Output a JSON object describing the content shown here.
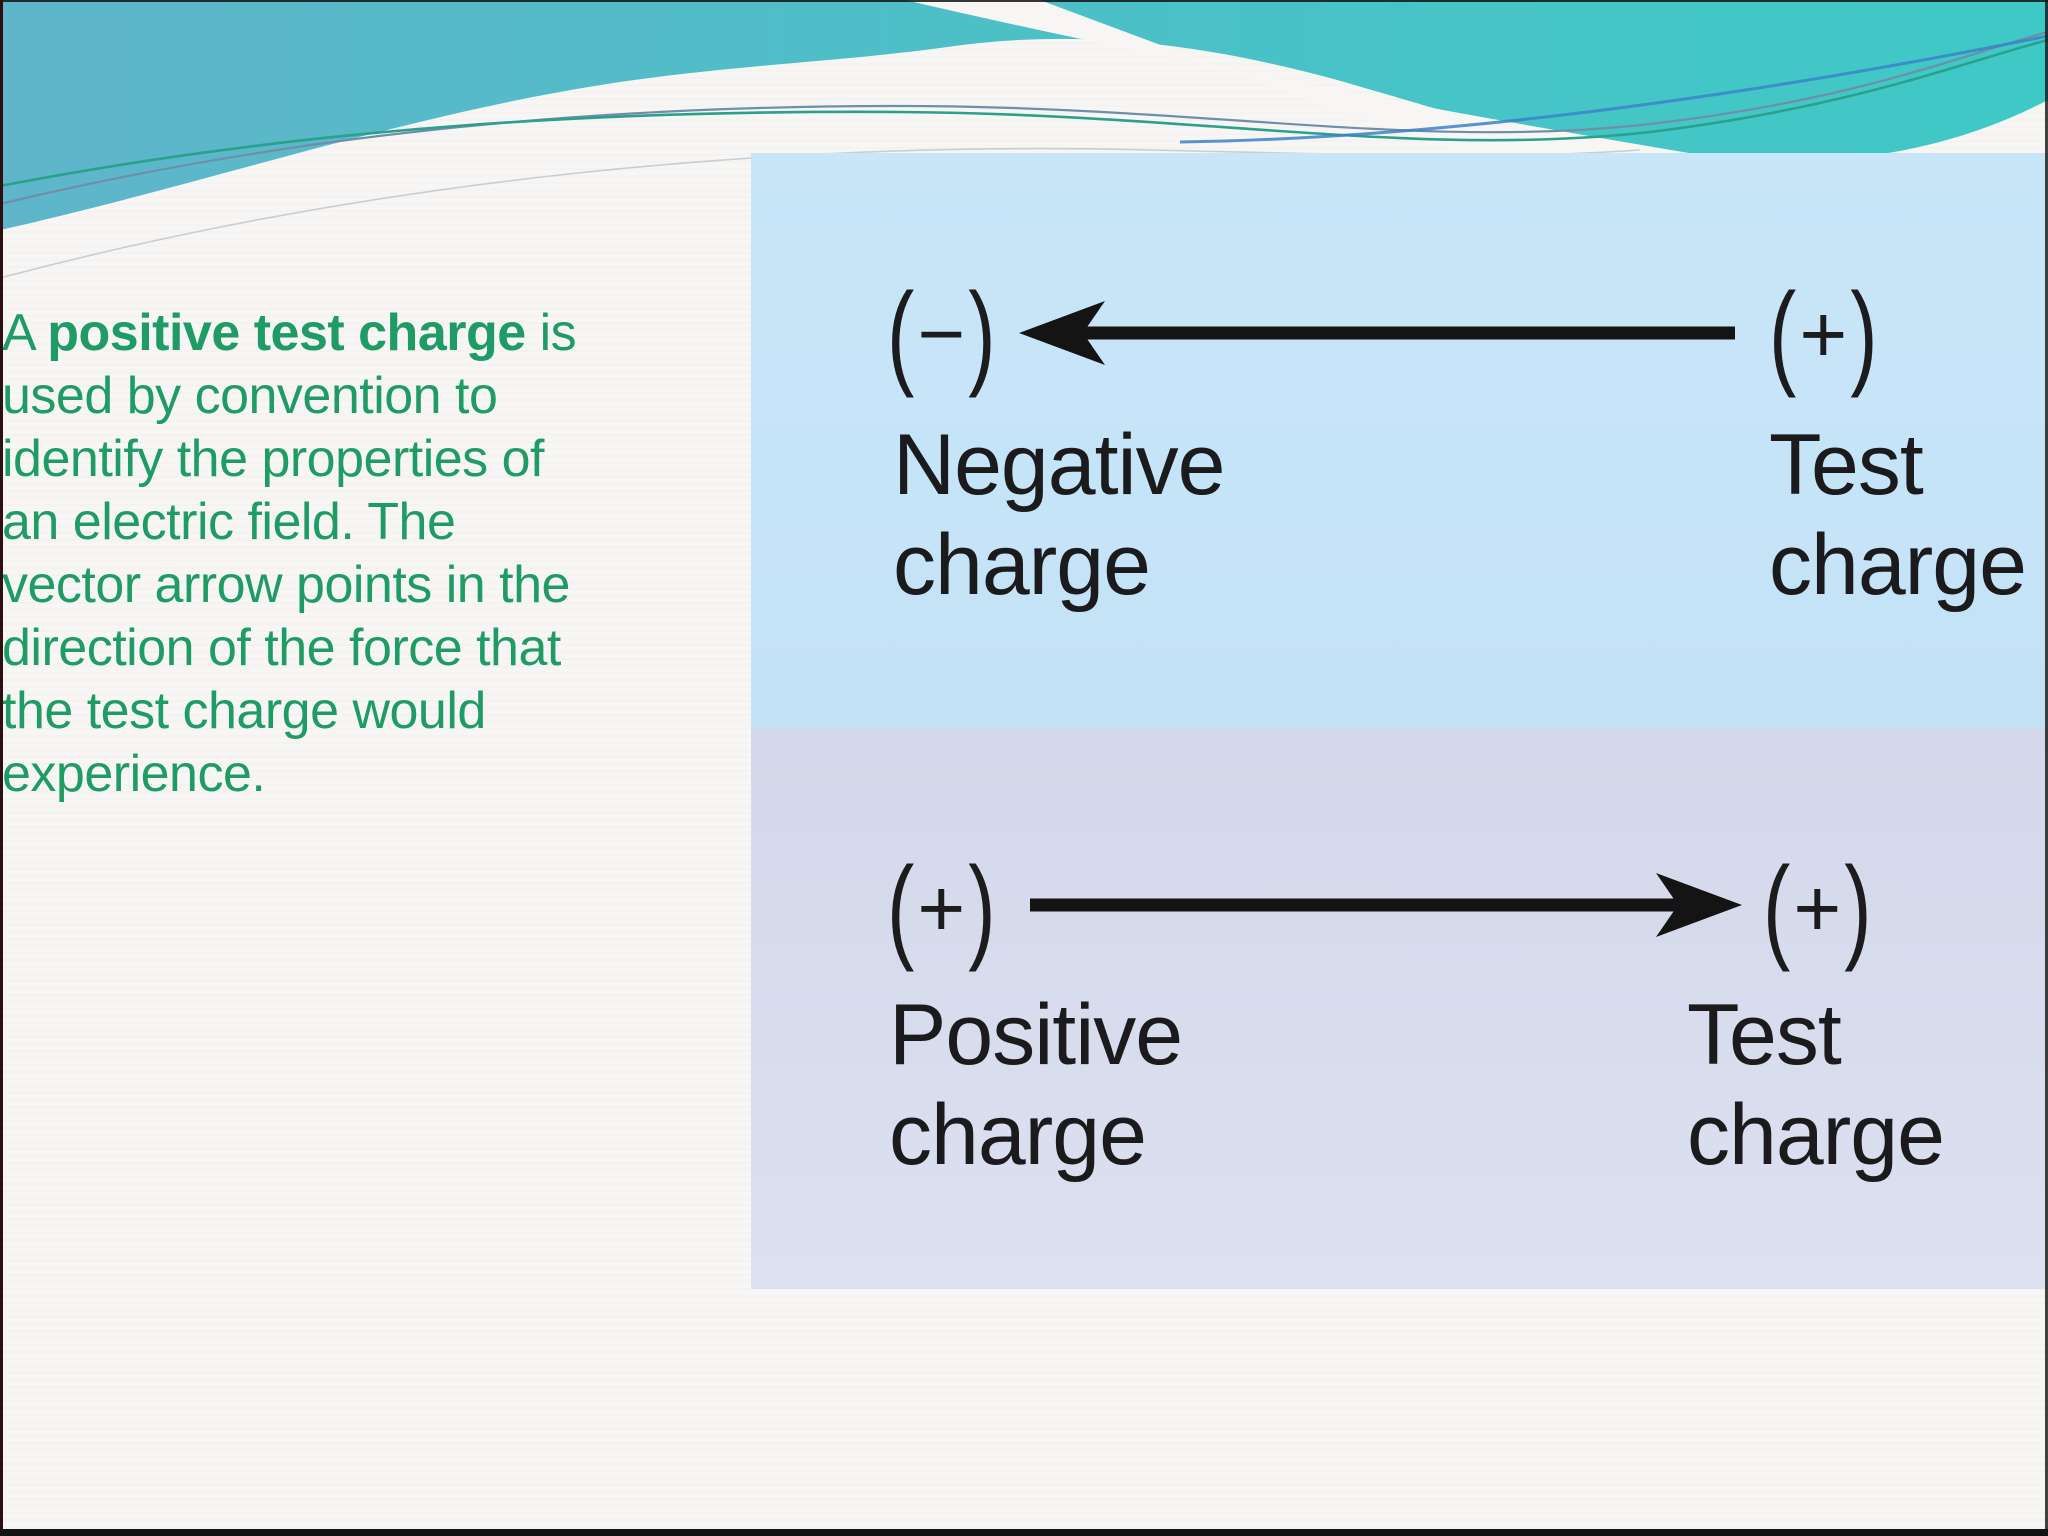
{
  "slide": {
    "caption": {
      "color": "#1f9b66",
      "line1_prefix": "A ",
      "line1_bold": "positive test charge",
      "line1_suffix": " is",
      "lines": [
        "used by convention to",
        "identify the properties of",
        "an electric field. The",
        "vector arrow points in the",
        "direction of the force that",
        "the test charge would",
        "experience."
      ]
    },
    "figure": {
      "label_color": "#1b1b1d",
      "arrow_color": "#141414",
      "top_panel": {
        "bg": "#c6e4f8",
        "arrow_direction": "left",
        "left_symbol": {
          "open": "(",
          "sign": "−",
          "close": ")"
        },
        "right_symbol": {
          "open": "(",
          "sign": "+",
          "close": ")"
        },
        "left_label": [
          "Negative",
          "charge"
        ],
        "right_label": [
          "Test",
          "charge"
        ]
      },
      "bottom_panel": {
        "bg": "#d8ddee",
        "arrow_direction": "right",
        "left_symbol": {
          "open": "(",
          "sign": "+",
          "close": ")"
        },
        "right_symbol": {
          "open": "(",
          "sign": "+",
          "close": ")"
        },
        "left_label": [
          "Positive",
          "charge"
        ],
        "right_label": [
          "Test",
          "charge"
        ]
      }
    },
    "decoration": {
      "teal_left": "#5fb5ca",
      "teal_right": "#3fc9c6",
      "line_green": "#2ba08c",
      "line_gray": "#6e8fa8",
      "line_blue": "#3b82c8"
    }
  }
}
